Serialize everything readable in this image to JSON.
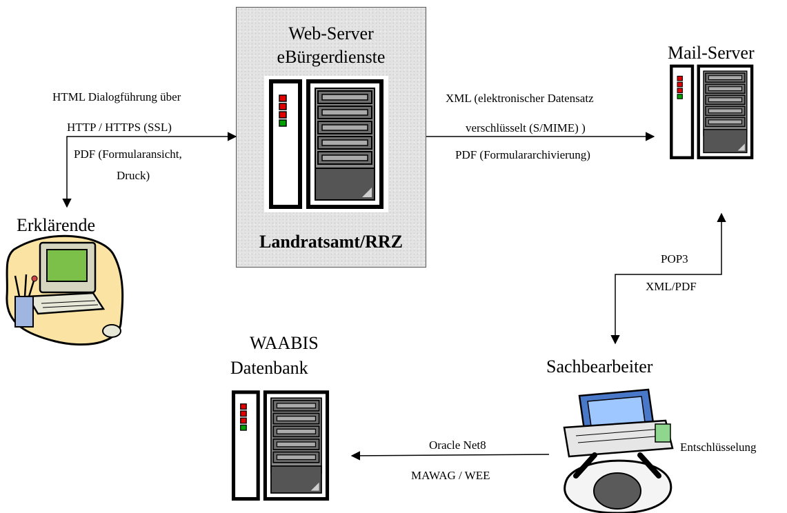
{
  "web_server": {
    "title_line1": "Web-Server",
    "title_line2": "eBürgerdienste",
    "footer": "Landratsamt/RRZ"
  },
  "mail_server": {
    "title": "Mail-Server"
  },
  "waabis": {
    "title_line1": "WAABIS",
    "title_line2": "Datenbank"
  },
  "erklaerende": {
    "title": "Erklärende"
  },
  "sachbearbeiter": {
    "title": "Sachbearbeiter",
    "side_label": "Entschlüsselung"
  },
  "left_link": {
    "line1": "HTML Dialogführung über",
    "line2": "HTTP / HTTPS (SSL)",
    "line3": "PDF (Formularansicht,",
    "line4": "Druck)"
  },
  "right_link": {
    "line1": "XML (elektronischer Datensatz",
    "line2": "verschlüsselt (S/MIME) )",
    "line3": "PDF (Formulararchivierung)"
  },
  "pop_link": {
    "line1": "POP3",
    "line2": "XML/PDF"
  },
  "oracle_link": {
    "line1": "Oracle Net8",
    "line2": "MAWAG / WEE"
  },
  "icons": {
    "server": "server-rack-icon",
    "computer": "desktop-computer-icon",
    "clerk": "person-at-computer-icon"
  },
  "colors": {
    "led_red": "#e00000",
    "led_green": "#00a000",
    "panel_bg": "#e3e3e3"
  }
}
